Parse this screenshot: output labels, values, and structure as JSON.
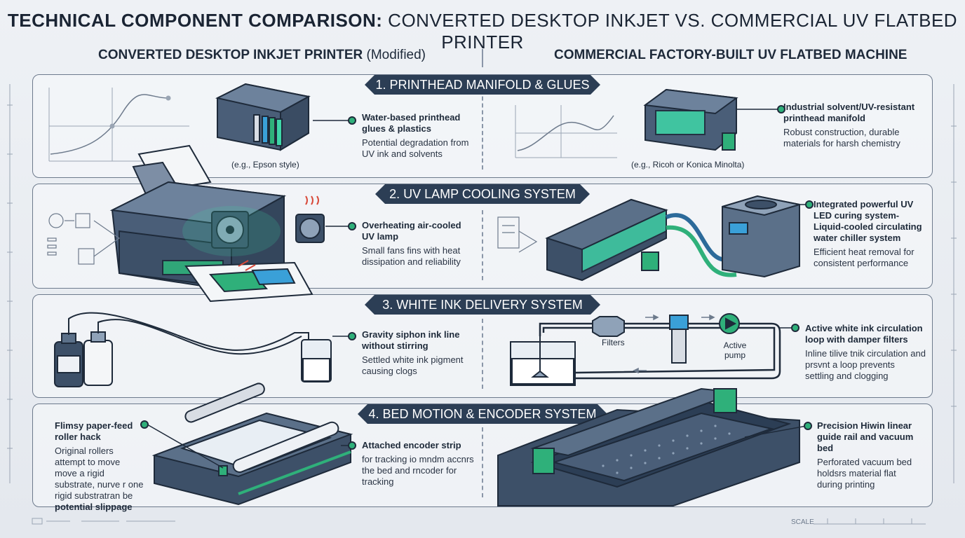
{
  "title": {
    "bold": "TECHNICAL COMPONENT COMPARISON:",
    "rest": " CONVERTED DESKTOP INKJET VS. COMMERCIAL UV FLATBED PRINTER"
  },
  "columns": {
    "left": {
      "bold": "CONVERTED DESKTOP INKJET PRINTER",
      "normal": " (Modified)"
    },
    "right": {
      "bold": "COMMERCIAL FACTORY-BUILT UV FLATBED MACHINE"
    }
  },
  "sections": [
    {
      "ribbon": "1. PRINTHEAD MANIFOLD & GLUES",
      "left_caption": "(e.g., Epson style)",
      "left_callout": {
        "heading": "Water-based printhead glues & plastics",
        "detail": "Potential degradation from UV ink and solvents"
      },
      "right_caption": "(e.g., Ricoh or Konica Minolta)",
      "right_callout": {
        "heading": "Industrial solvent/UV-resistant printhead manifold",
        "detail": "Robust construction, durable materials for harsh chemistry"
      }
    },
    {
      "ribbon": "2. UV LAMP COOLING SYSTEM",
      "left_callout": {
        "heading": "Overheating air-cooled UV lamp",
        "detail": "Small fans fins with heat dissipation and reliability"
      },
      "right_callout": {
        "heading": "Integrated powerful UV LED curing system-Liquid-cooled circulating water chiller system",
        "detail": "Efficient heat removal for consistent performance"
      }
    },
    {
      "ribbon": "3. WHITE INK DELIVERY SYSTEM",
      "left_callout": {
        "heading": "Gravity siphon ink line without stirring",
        "detail": "Settled white ink pigment causing clogs"
      },
      "right_labels": {
        "filters": "Filters",
        "pump": "Active pump"
      },
      "right_callout": {
        "heading": "Active white ink circulation loop with damper filters",
        "detail": "Inline tilive tnik circulation and prsvnt a loop prevents settling and clogging"
      }
    },
    {
      "ribbon": "4. BED MOTION & ENCODER SYSTEM",
      "left_callout_a": {
        "heading": "Flimsy paper-feed roller hack",
        "detail": "Original rollers attempt to move move a rigid substrate, nurve r one rigid substratran be",
        "detail_bold": "potential slippage"
      },
      "left_callout_b": {
        "heading": "Attached encoder strip",
        "detail": "for tracking io mndm accnrs the bed and rncoder for tracking"
      },
      "right_callout": {
        "heading": "Precision Hiwin linear guide rail and vacuum bed",
        "detail": "Perforated vacuum bed holdsrs material flat during printing"
      }
    }
  ],
  "footer": {
    "scale": "SCALE"
  },
  "colors": {
    "accent": "#2fb07a",
    "ribbon": "#2c3e55",
    "outline": "#1e2a3a",
    "device": "#3d5068",
    "uv": "#3fd6a8"
  },
  "icons": [
    "printhead-icon",
    "printer-icon",
    "fan-icon",
    "uv-lamp-icon",
    "chiller-icon",
    "bottle-icon",
    "filter-icon",
    "pump-icon",
    "roller-bed-icon",
    "flatbed-icon"
  ]
}
